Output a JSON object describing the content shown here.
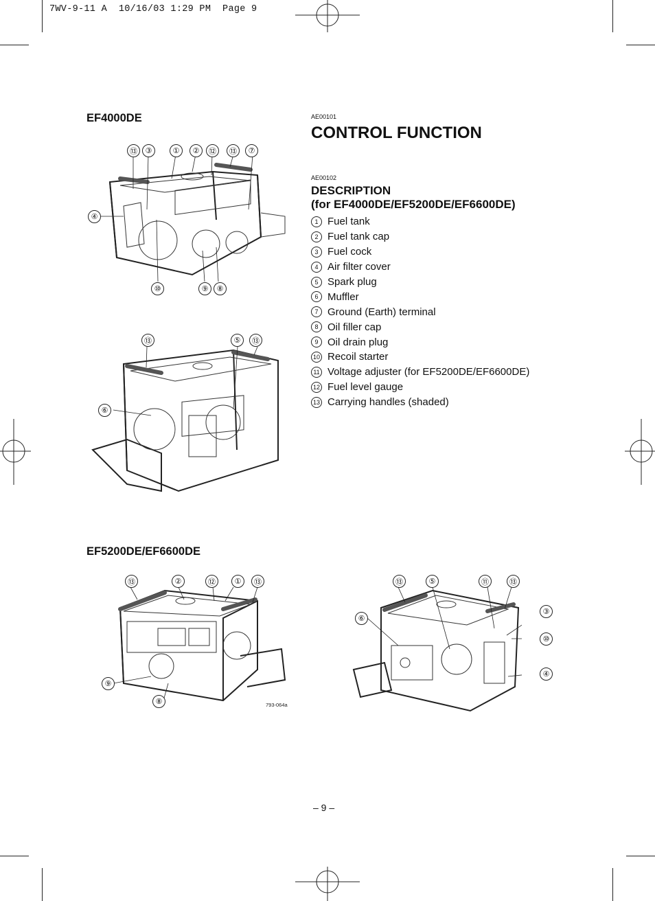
{
  "header": {
    "printer_line": "7WV-9-11 A  10/16/03 1:29 PM  Page 9"
  },
  "figure_ef4000": {
    "title": "EF4000DE",
    "top_view_callouts": [
      "⑬",
      "③",
      "①",
      "②",
      "⑫",
      "⑬",
      "⑦",
      "④",
      "⑩",
      "⑨",
      "⑧"
    ],
    "rear_view_callouts": [
      "⑬",
      "⑤",
      "⑬",
      "⑥"
    ]
  },
  "figure_ef5200": {
    "title": "EF5200DE/EF6600DE",
    "front_view_callouts": [
      "⑬",
      "②",
      "⑫",
      "①",
      "⑬",
      "⑨",
      "⑧"
    ],
    "rear_view_callouts": [
      "⑬",
      "⑤",
      "⑪",
      "⑬",
      "⑥",
      "③",
      "⑩",
      "④"
    ],
    "figure_code": "793-064a"
  },
  "section": {
    "code": "AE00101",
    "title": "CONTROL FUNCTION"
  },
  "description": {
    "code": "AE00102",
    "title_line1": "DESCRIPTION",
    "title_line2": "(for EF4000DE/EF5200DE/EF6600DE)",
    "items": [
      {
        "num": "1",
        "label": "Fuel tank"
      },
      {
        "num": "2",
        "label": "Fuel tank cap"
      },
      {
        "num": "3",
        "label": "Fuel cock"
      },
      {
        "num": "4",
        "label": "Air filter cover"
      },
      {
        "num": "5",
        "label": "Spark plug"
      },
      {
        "num": "6",
        "label": "Muffler"
      },
      {
        "num": "7",
        "label": "Ground (Earth) terminal"
      },
      {
        "num": "8",
        "label": "Oil filler cap"
      },
      {
        "num": "9",
        "label": "Oil drain plug"
      },
      {
        "num": "10",
        "label": "Recoil starter"
      },
      {
        "num": "11",
        "label": "Voltage adjuster (for EF5200DE/EF6600DE)"
      },
      {
        "num": "12",
        "label": "Fuel level gauge"
      },
      {
        "num": "13",
        "label": "Carrying handles (shaded)"
      }
    ]
  },
  "footer": {
    "page_number": "– 9 –"
  }
}
